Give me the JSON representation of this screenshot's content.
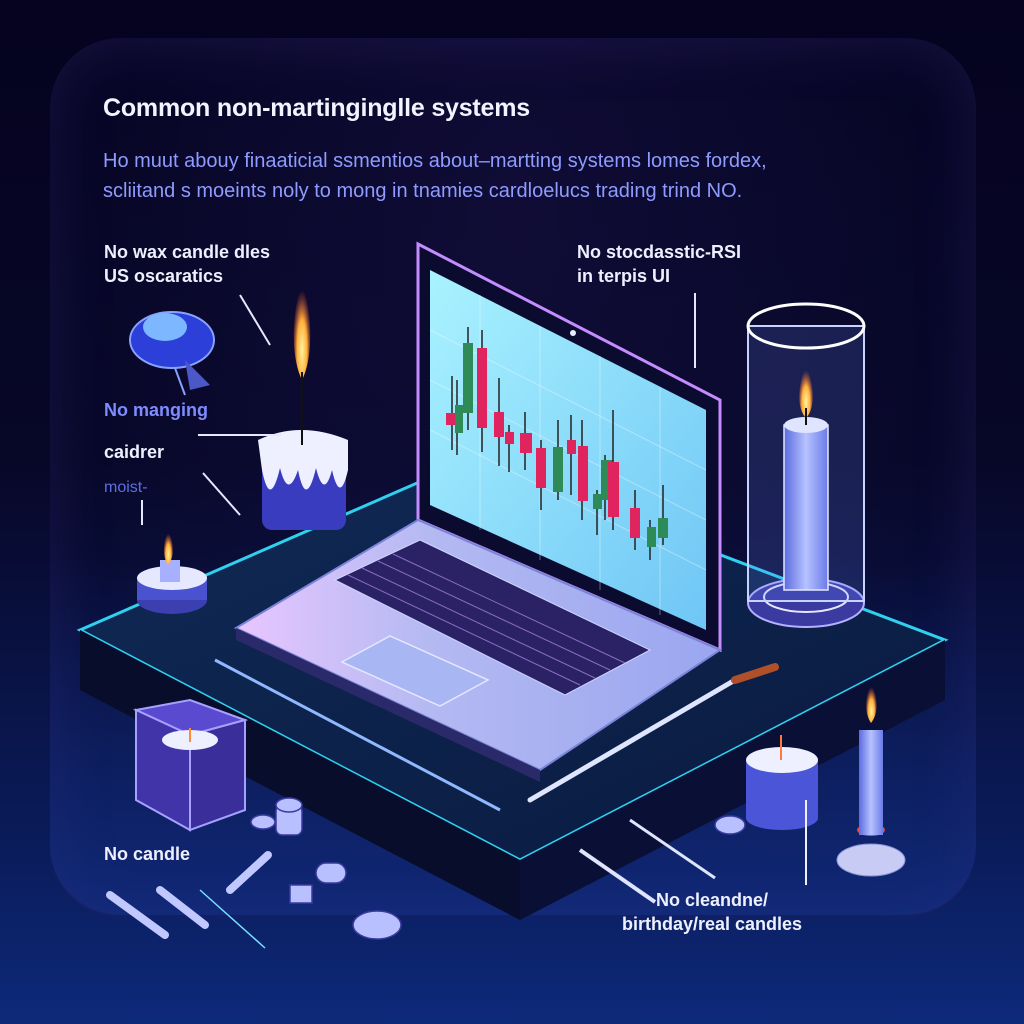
{
  "poster": {
    "title": "Common non-martinginglle systems",
    "subtitle_line1": "Ho muut abouy finaaticial ssmentios about–martting systems lomes fordex,",
    "subtitle_line2": "scliitand s moeints noly to mong in tnamies cardloelucs trading trind NO."
  },
  "callouts": {
    "top_left_line1": "No wax candle dles",
    "top_left_line2": "US oscaratics",
    "top_right_line1": "No stocdasstic-RSI",
    "top_right_line2": "in terpis UI",
    "left_mid_line1": "No manging",
    "left_mid_line2": "caidrer",
    "left_mid_line3": "moist-",
    "bottom_left": "No candle",
    "bottom_right_line1": "No cleandne/",
    "bottom_right_line2": "birthday/real candles"
  },
  "scene": {
    "laptop_screen": "candlestick chart",
    "candle_colors": {
      "bull": "#2e8b57",
      "bear": "#e0245e"
    },
    "accent": "#2fd0f0",
    "background": "#05031f"
  }
}
